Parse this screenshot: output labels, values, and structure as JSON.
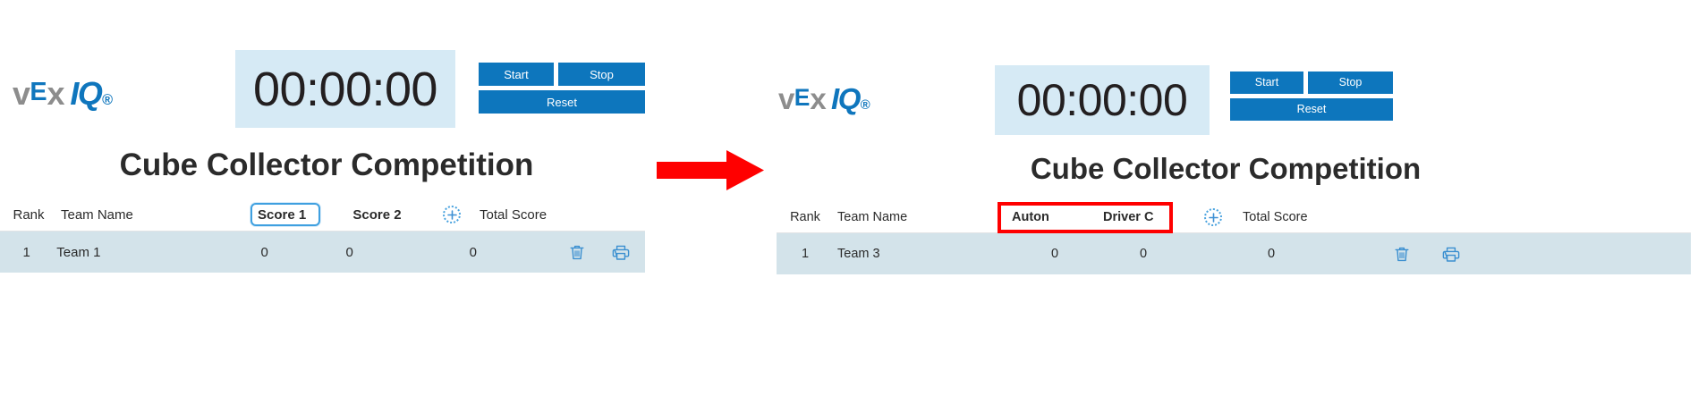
{
  "brand": {
    "logo_v": "v",
    "logo_e": "E",
    "logo_x": "x",
    "logo_iq": "IQ",
    "logo_dot": "®",
    "accent_blue": "#0d76bd",
    "logo_gray": "#8d8d8d"
  },
  "left_panel": {
    "timer": {
      "value": "00:00:00",
      "bg": "#d6eaf5"
    },
    "controls": {
      "start_label": "Start",
      "stop_label": "Stop",
      "reset_label": "Reset"
    },
    "title": "Cube Collector Competition",
    "table": {
      "headers": {
        "rank": "Rank",
        "team_name": "Team Name",
        "score_1": "Score 1",
        "score_2": "Score 2",
        "add": "add-column",
        "total": "Total Score"
      },
      "rows": [
        {
          "rank": "1",
          "team": "Team 1",
          "score_1": "0",
          "score_2": "0",
          "total": "0",
          "delete": "delete",
          "print": "print"
        }
      ],
      "row_bg": "#d3e3ea"
    }
  },
  "right_panel": {
    "timer": {
      "value": "00:00:00",
      "bg": "#d6eaf5"
    },
    "controls": {
      "start_label": "Start",
      "stop_label": "Stop",
      "reset_label": "Reset"
    },
    "title": "Cube Collector Competition",
    "table": {
      "headers": {
        "rank": "Rank",
        "team_name": "Team Name",
        "score_1": "Auton",
        "score_2": "Driver C",
        "add": "add-column",
        "total": "Total Score"
      },
      "rows": [
        {
          "rank": "1",
          "team": "Team 3",
          "score_1": "0",
          "score_2": "0",
          "total": "0",
          "delete": "delete",
          "print": "print"
        }
      ],
      "row_bg": "#d3e3ea"
    }
  },
  "annotations": {
    "arrow_color": "#ff0000",
    "highlight_color": "#ff0000",
    "highlight_target": "renamed-score-columns"
  }
}
